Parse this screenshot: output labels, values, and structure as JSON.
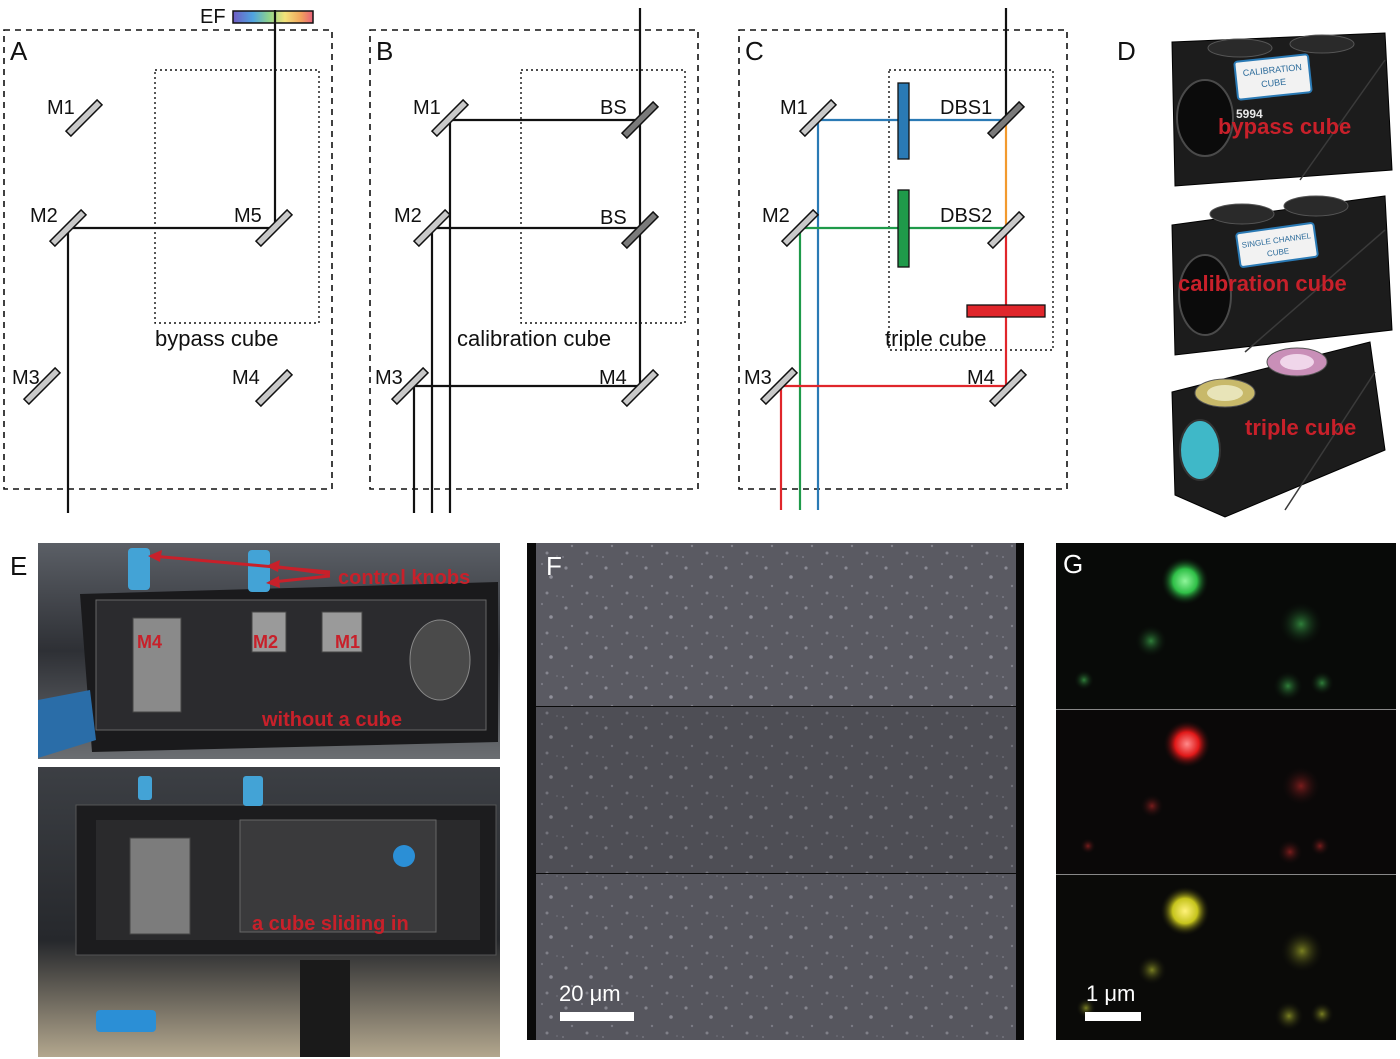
{
  "panels": {
    "A": {
      "letter": "A",
      "filter_label": "EF",
      "mirrors": [
        "M1",
        "M2",
        "M3",
        "M4",
        "M5"
      ],
      "cube_label": "bypass cube"
    },
    "B": {
      "letter": "B",
      "mirrors": [
        "M1",
        "M2",
        "M3",
        "M4"
      ],
      "splitters": [
        "BS",
        "BS"
      ],
      "cube_label": "calibration cube"
    },
    "C": {
      "letter": "C",
      "mirrors": [
        "M1",
        "M2",
        "M3",
        "M4"
      ],
      "dichroics": [
        "DBS1",
        "DBS2"
      ],
      "cube_label": "triple cube",
      "beam_colors": {
        "blue": "#2a7ab5",
        "green": "#1f9a4a",
        "red": "#e0262b",
        "orange": "#f29a2e"
      }
    },
    "D": {
      "letter": "D",
      "cubes": [
        "bypass cube",
        "calibration cube",
        "triple cube"
      ],
      "sticker_1": [
        "CALIBRATION",
        "CUBE"
      ],
      "sticker_2": [
        "SINGLE CHANNEL",
        "CUBE"
      ],
      "serial": "5994"
    },
    "E": {
      "letter": "E",
      "top_labels": {
        "knobs": "control knobs",
        "m4": "M4",
        "m2": "M2",
        "m1": "M1",
        "state": "without a cube"
      },
      "bottom_labels": {
        "state": "a cube sliding in"
      }
    },
    "F": {
      "letter": "F",
      "scale_bar": "20 μm"
    },
    "G": {
      "letter": "G",
      "scale_bar": "1 μm"
    }
  }
}
